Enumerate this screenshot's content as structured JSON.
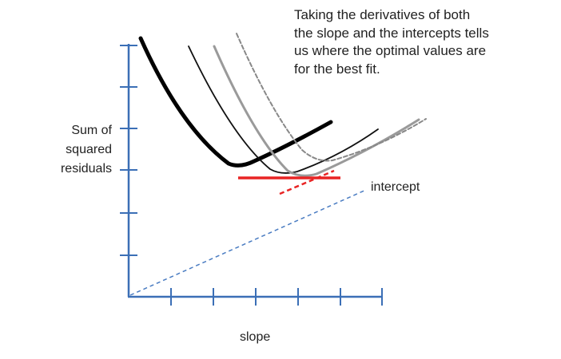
{
  "caption": "Taking the derivatives of both\nthe slope and the intercepts tells\nus where the optimal values are\nfor the best fit.",
  "y_axis_label": "Sum of\nsquared\nresiduals",
  "x_axis_label": "slope",
  "intercept_axis_label": "intercept",
  "colors": {
    "axis": "#3b6fb6",
    "intercept_axis": "#4a7cc2",
    "curve_thick": "#000000",
    "curve_thin": "#111111",
    "curve_gray": "#9a9a9a",
    "curve_dashed": "#888888",
    "tangent": "#e82424",
    "text": "#222222"
  }
}
